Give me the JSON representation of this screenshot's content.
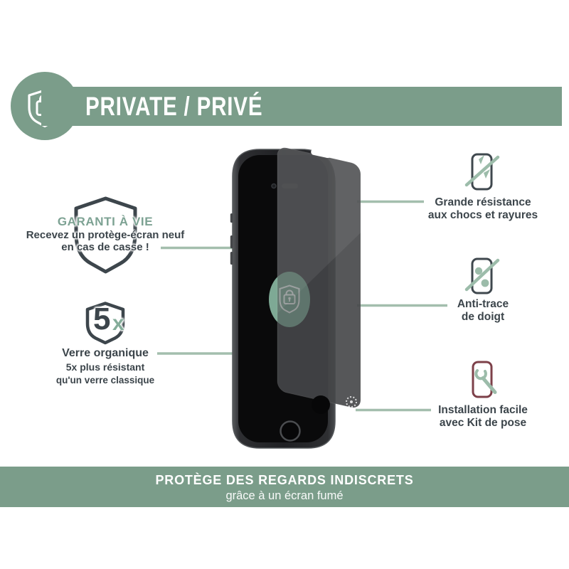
{
  "colors": {
    "sage": "#7b9d8a",
    "sage_light": "#a3bead",
    "green_text": "#7da293",
    "green_glyph": "#85ad9a",
    "dark_text": "#3c454b",
    "icon_red": "#7d4049",
    "white": "#ffffff"
  },
  "header": {
    "title": "PRIVATE / PRIVÉ",
    "icon": "shield-lock-icon"
  },
  "badges": {
    "warranty": {
      "title": "GARANTI À VIE",
      "line1": "Recevez un protège-écran neuf",
      "line2": "en cas de casse !",
      "icon": "shield-outline-icon"
    },
    "strength": {
      "value": "5",
      "suffix": "x",
      "line1": "Verre organique",
      "line2": "5x plus résistant",
      "line3": "qu'un verre classique",
      "icon": "shield-outline-icon"
    }
  },
  "features": [
    {
      "icon": "phone-impact-icon",
      "line1": "Grande résistance",
      "line2": "aux chocs et rayures"
    },
    {
      "icon": "phone-fingerprint-icon",
      "line1": "Anti-trace",
      "line2": "de doigt"
    },
    {
      "icon": "phone-wrench-icon",
      "line1": "Installation facile",
      "line2": "avec Kit de pose"
    }
  ],
  "footer": {
    "title": "PROTÈGE DES REGARDS INDISCRETS",
    "subtitle": "grâce à un écran fumé"
  }
}
